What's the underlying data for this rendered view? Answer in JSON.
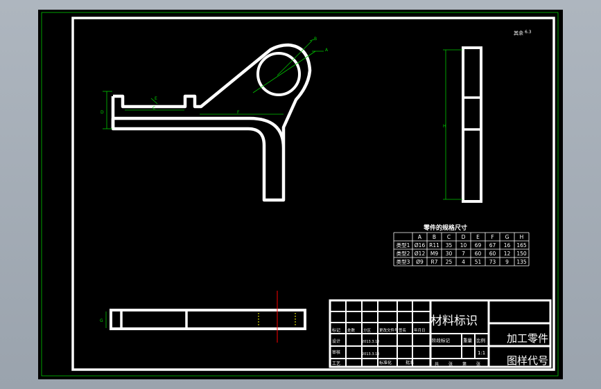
{
  "drawing": {
    "title_note": "其余 ",
    "roughness": "6.3",
    "dims": {
      "A": "A",
      "B": "B",
      "C": "C",
      "D": "D",
      "E": "E",
      "F": "F",
      "H": "H",
      "G": "G"
    }
  },
  "spec_table": {
    "title": "零件的规格尺寸",
    "headers": [
      "",
      "A",
      "B",
      "C",
      "D",
      "E",
      "F",
      "G",
      "H"
    ],
    "rows": [
      [
        "类型1",
        "Ø16",
        "R11",
        "35",
        "10",
        "69",
        "67",
        "16",
        "165"
      ],
      [
        "类型2",
        "Ø12",
        "M9",
        "30",
        "7",
        "60",
        "60",
        "12",
        "150"
      ],
      [
        "类型3",
        "Ø9",
        "R7",
        "25",
        "4",
        "51",
        "73",
        "9",
        "135"
      ]
    ]
  },
  "title_block": {
    "material_label": "材料标识",
    "part_label": "加工零件",
    "drawing_code_label": "图样代号",
    "row_labels": [
      "标记",
      "设计",
      "审核",
      "工艺"
    ],
    "col_labels": [
      "处数",
      "分区",
      "更改文件号",
      "签名",
      "年月日"
    ],
    "dates": [
      "2013.3.10",
      "2013.3.10"
    ],
    "stage_labels": [
      "阶段标记",
      "重量",
      "比例"
    ],
    "scale": "1:1",
    "sheet_labels": [
      "共",
      "张",
      "第",
      "张"
    ],
    "std_label": "标准化",
    "approve_label": "批准"
  }
}
